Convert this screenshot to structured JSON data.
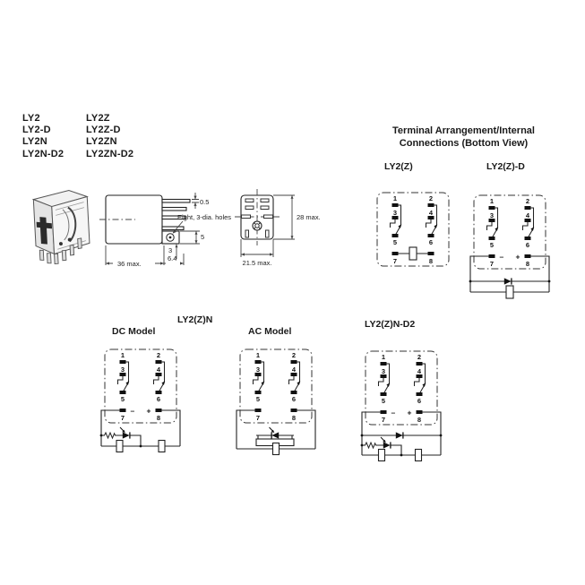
{
  "page": {
    "background": "#ffffff"
  },
  "models": {
    "col1": [
      "LY2",
      "LY2-D",
      "LY2N",
      "LY2N-D2"
    ],
    "col2": [
      "LY2Z",
      "LY2Z-D",
      "LY2ZN",
      "LY2ZN-D2"
    ]
  },
  "right_panel": {
    "title_line1": "Terminal Arrangement/Internal",
    "title_line2": "Connections (Bottom View)"
  },
  "section_labels": {
    "ly2z": "LY2(Z)",
    "ly2z_d": "LY2(Z)-D",
    "ly2zn": "LY2(Z)N",
    "dc_model": "DC Model",
    "ac_model": "AC Model",
    "ly2zn_d2": "LY2(Z)N-D2"
  },
  "dimensions": {
    "pin_thickness": "0.5",
    "holes_note": "Eight, 3-dia. holes",
    "flange_height": "5",
    "hole_offset": "3",
    "body_width": "36 max.",
    "flange_depth": "6.4",
    "body_height": "28 max.",
    "base_width": "21.5 max."
  },
  "terminals": {
    "t1": "1",
    "t2": "2",
    "t3": "3",
    "t4": "4",
    "t5": "5",
    "t6": "6",
    "t7": "7",
    "t8": "8",
    "plus": "+",
    "minus": "–"
  }
}
